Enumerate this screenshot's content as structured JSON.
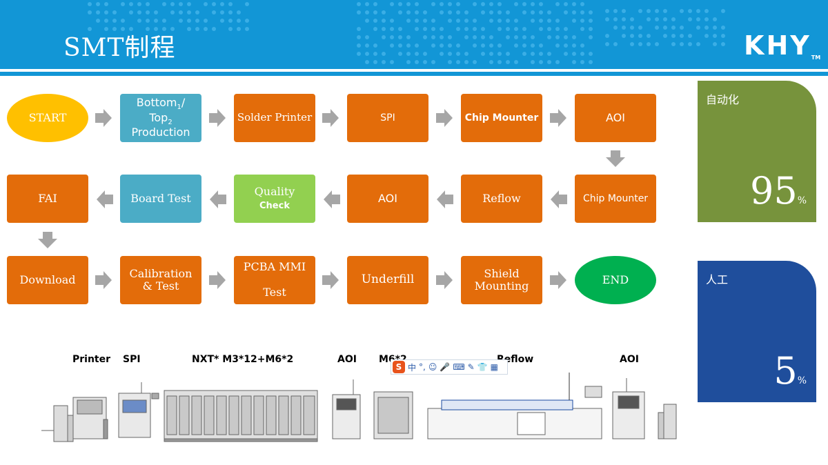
{
  "header": {
    "title": "SMT制程",
    "logo": "KHY",
    "logo_tm": "TM"
  },
  "flow": {
    "row1": [
      {
        "label": "START",
        "style": "oval-y"
      },
      {
        "label": "Bottom₁/ Top₂ Production",
        "style": "teal"
      },
      {
        "label": "Solder Printer",
        "style": "orange"
      },
      {
        "label": "SPI",
        "style": "orange"
      },
      {
        "label": "Chip Mounter",
        "style": "orange"
      },
      {
        "label": "AOI",
        "style": "orange"
      }
    ],
    "row2": [
      {
        "label": "FAI",
        "style": "orange"
      },
      {
        "label": "Board Test",
        "style": "teal"
      },
      {
        "label": "Quality Check",
        "style": "green"
      },
      {
        "label": "AOI",
        "style": "orange"
      },
      {
        "label": "Reflow",
        "style": "orange"
      },
      {
        "label": "Chip Mounter",
        "style": "orange"
      }
    ],
    "row3": [
      {
        "label": "Download",
        "style": "orange"
      },
      {
        "label": "Calibration & Test",
        "style": "orange"
      },
      {
        "label": "PCBA MMI Test",
        "style": "orange"
      },
      {
        "label": "Underfill",
        "style": "orange"
      },
      {
        "label": "Shield Mounting",
        "style": "orange"
      },
      {
        "label": "END",
        "style": "oval-g"
      }
    ]
  },
  "panels": {
    "auto": {
      "label": "自动化",
      "value": "95",
      "unit": "%",
      "color": "#77933c"
    },
    "manual": {
      "label": "人工",
      "value": "5",
      "unit": "%",
      "color": "#1f4e9c"
    }
  },
  "machines": {
    "labels": [
      "Printer",
      "SPI",
      "NXT* M3*12+M6*2",
      "AOI",
      "M6*2",
      "Reflow",
      "AOI"
    ]
  },
  "ime_bar": {
    "logo": "S",
    "lang": "中",
    "punct": "°,"
  }
}
